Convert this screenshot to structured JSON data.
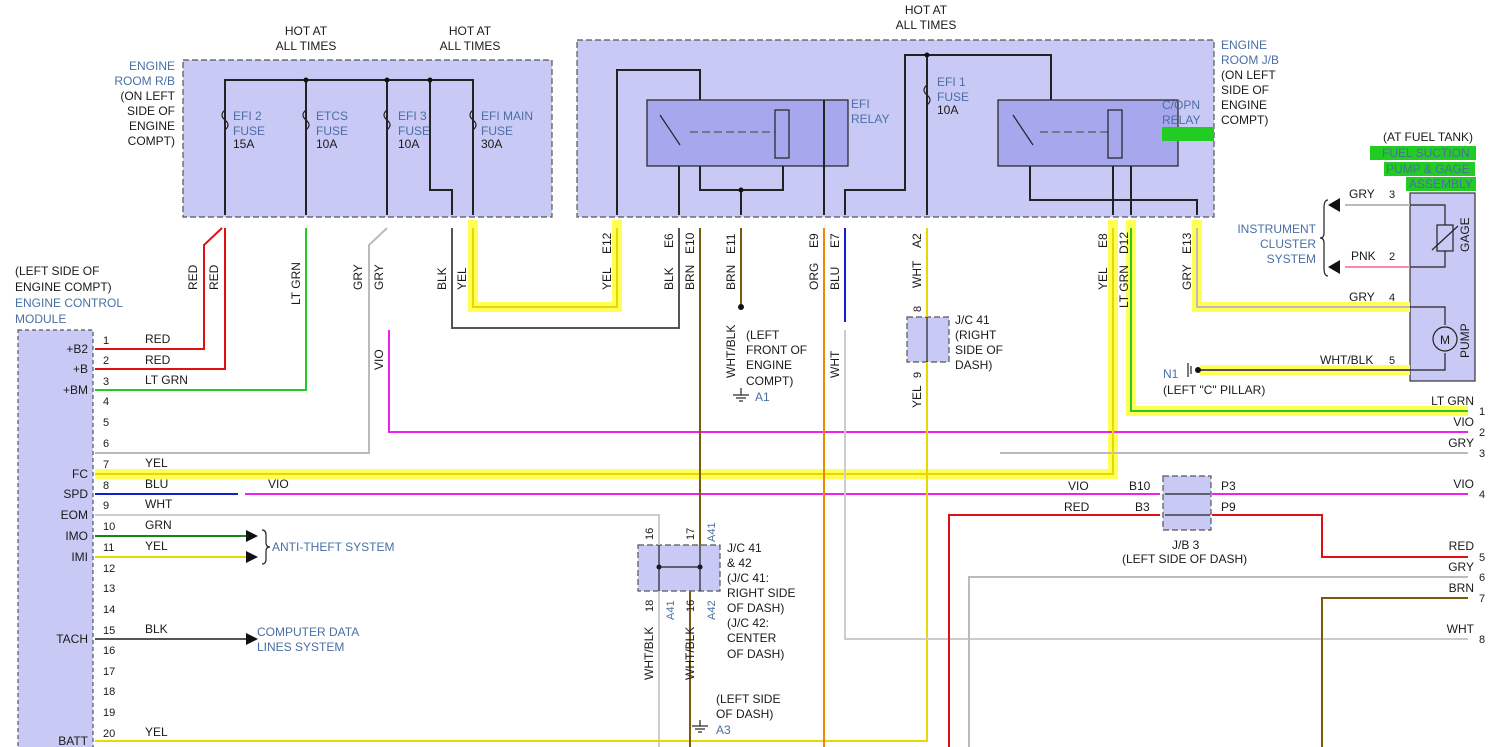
{
  "hot_labels": [
    {
      "l1": "HOT AT",
      "l2": "ALL TIMES"
    },
    {
      "l1": "HOT AT",
      "l2": "ALL TIMES"
    },
    {
      "l1": "HOT AT",
      "l2": "ALL TIMES"
    }
  ],
  "engine_room_rb": {
    "line1": "ENGINE",
    "line2": "ROOM R/B",
    "line3": "(ON LEFT",
    "line4": "SIDE OF",
    "line5": "ENGINE",
    "line6": "COMPT)"
  },
  "fuses_rb": [
    {
      "n1": "EFI 2",
      "n2": "FUSE",
      "amp": "15A"
    },
    {
      "n1": "ETCS",
      "n2": "FUSE",
      "amp": "10A"
    },
    {
      "n1": "EFI 3",
      "n2": "FUSE",
      "amp": "10A"
    },
    {
      "n1": "EFI MAIN",
      "n2": "FUSE",
      "amp": "30A"
    }
  ],
  "engine_room_jb": {
    "line1": "ENGINE",
    "line2": "ROOM J/B",
    "line3": "(ON LEFT",
    "line4": "SIDE OF",
    "line5": "ENGINE",
    "line6": "COMPT)"
  },
  "efi_relay": {
    "l1": "EFI",
    "l2": "RELAY"
  },
  "efi1_fuse": {
    "n1": "EFI 1",
    "n2": "FUSE",
    "amp": "10A"
  },
  "copn_relay": {
    "l1": "C/OPN",
    "l2": "RELAY"
  },
  "ecm": {
    "l1": "(LEFT SIDE OF",
    "l2": "ENGINE COMPT)",
    "l3": "ENGINE CONTROL",
    "l4": "MODULE"
  },
  "ecm_pins": [
    {
      "num": "1",
      "label": "+B2",
      "wire": "RED"
    },
    {
      "num": "2",
      "label": "+B",
      "wire": "RED"
    },
    {
      "num": "3",
      "label": "+BM",
      "wire": "LT GRN"
    },
    {
      "num": "4",
      "label": "",
      "wire": ""
    },
    {
      "num": "5",
      "label": "",
      "wire": ""
    },
    {
      "num": "6",
      "label": "",
      "wire": ""
    },
    {
      "num": "7",
      "label": "FC",
      "wire": "YEL"
    },
    {
      "num": "8",
      "label": "SPD",
      "wire": "BLU"
    },
    {
      "num": "9",
      "label": "EOM",
      "wire": "WHT"
    },
    {
      "num": "10",
      "label": "IMO",
      "wire": "GRN"
    },
    {
      "num": "11",
      "label": "IMI",
      "wire": "YEL"
    },
    {
      "num": "12",
      "label": "",
      "wire": ""
    },
    {
      "num": "13",
      "label": "",
      "wire": ""
    },
    {
      "num": "14",
      "label": "",
      "wire": ""
    },
    {
      "num": "15",
      "label": "TACH",
      "wire": "BLK"
    },
    {
      "num": "16",
      "label": "",
      "wire": ""
    },
    {
      "num": "17",
      "label": "",
      "wire": ""
    },
    {
      "num": "18",
      "label": "",
      "wire": ""
    },
    {
      "num": "19",
      "label": "",
      "wire": ""
    },
    {
      "num": "20",
      "label": "BATT",
      "wire": "YEL"
    }
  ],
  "anti_theft": "ANTI-THEFT SYSTEM",
  "computer_data": {
    "l1": "COMPUTER DATA",
    "l2": "LINES SYSTEM"
  },
  "spd_vio": "VIO",
  "wire_labels": {
    "red1": "RED",
    "red2": "RED",
    "ltgrn": "LT GRN",
    "gry1": "GRY",
    "gry2": "GRY",
    "vio": "VIO",
    "blk": "BLK",
    "yel": "YEL",
    "yel2": "YEL",
    "blk2": "BLK",
    "brn": "BRN",
    "brn2": "BRN",
    "org": "ORG",
    "blu": "BLU",
    "wht": "WHT",
    "wht2": "WHT",
    "yel3": "YEL",
    "ltgrn2": "LT GRN",
    "gry3": "GRY",
    "whtblk": "WHT/BLK",
    "yel4": "YEL",
    "whtblk2": "WHT/BLK",
    "whtblk3": "WHT/BLK"
  },
  "connectors": {
    "e12": "E12",
    "e6": "E6",
    "e10": "E10",
    "e11": "E11",
    "e9": "E9",
    "e7": "E7",
    "a2": "A2",
    "e8": "E8",
    "d12": "D12",
    "e13": "E13"
  },
  "jc41": {
    "top": "8",
    "bot": "9",
    "l1": "J/C 41",
    "l2": "(RIGHT",
    "l3": "SIDE OF",
    "l4": "DASH)"
  },
  "left_front": {
    "l1": "(LEFT",
    "l2": "FRONT OF",
    "l3": "ENGINE",
    "l4": "COMPT)",
    "ground": "A1"
  },
  "jc4142": {
    "p16": "16",
    "p17": "17",
    "a41": "A41",
    "p18": "18",
    "a41b": "A41",
    "p16b": "16",
    "a42": "A42",
    "l1": "J/C 41",
    "l2": "& 42",
    "l3": "(J/C 41:",
    "l4": "RIGHT SIDE",
    "l5": "OF DASH)",
    "l6": "(J/C 42:",
    "l7": "CENTER",
    "l8": "OF DASH)"
  },
  "left_side_dash": {
    "l1": "(LEFT SIDE",
    "l2": "OF DASH)",
    "ground": "A3"
  },
  "jb3": {
    "b10": "B10",
    "b3": "B3",
    "p3": "P3",
    "p9": "P9",
    "name": "J/B 3",
    "loc": "(LEFT SIDE OF DASH)",
    "vio_in": "VIO",
    "red_in": "RED"
  },
  "fuel_tank": {
    "loc": "(AT FUEL TANK)",
    "n1": "FUEL SUCTION",
    "n2": "PUMP & GAGE",
    "n3": "ASSEMBLY",
    "gage": "GAGE",
    "pump": "PUMP",
    "motor": "M"
  },
  "pump_pins": [
    {
      "num": "3",
      "wire": "GRY"
    },
    {
      "num": "2",
      "wire": "PNK"
    },
    {
      "num": "4",
      "wire": "GRY"
    },
    {
      "num": "5",
      "wire": "WHT/BLK"
    }
  ],
  "instrument": {
    "l1": "INSTRUMENT",
    "l2": "CLUSTER",
    "l3": "SYSTEM"
  },
  "n1_ground": {
    "id": "N1",
    "loc": "(LEFT \"C\" PILLAR)"
  },
  "right_outputs": [
    {
      "num": "1",
      "wire": "LT GRN"
    },
    {
      "num": "2",
      "wire": "VIO"
    },
    {
      "num": "3",
      "wire": "GRY"
    },
    {
      "num": "4",
      "wire": "VIO"
    },
    {
      "num": "5",
      "wire": "RED"
    },
    {
      "num": "6",
      "wire": "GRY"
    },
    {
      "num": "7",
      "wire": "BRN"
    },
    {
      "num": "8",
      "wire": "WHT"
    }
  ],
  "colors": {
    "red": "#e01010",
    "ltgrn": "#22cc22",
    "grn": "#118811",
    "gry": "#bbbbbb",
    "vio": "#ee22ee",
    "blk": "#555555",
    "yel": "#ffee00",
    "hl": "#ffff66",
    "brn": "#7a5a10",
    "org": "#ee8800",
    "blu": "#1020cc",
    "wht": "#cccccc",
    "pnk": "#ff88aa",
    "box": "#c9c9f5",
    "green_hl": "#22cc22"
  }
}
